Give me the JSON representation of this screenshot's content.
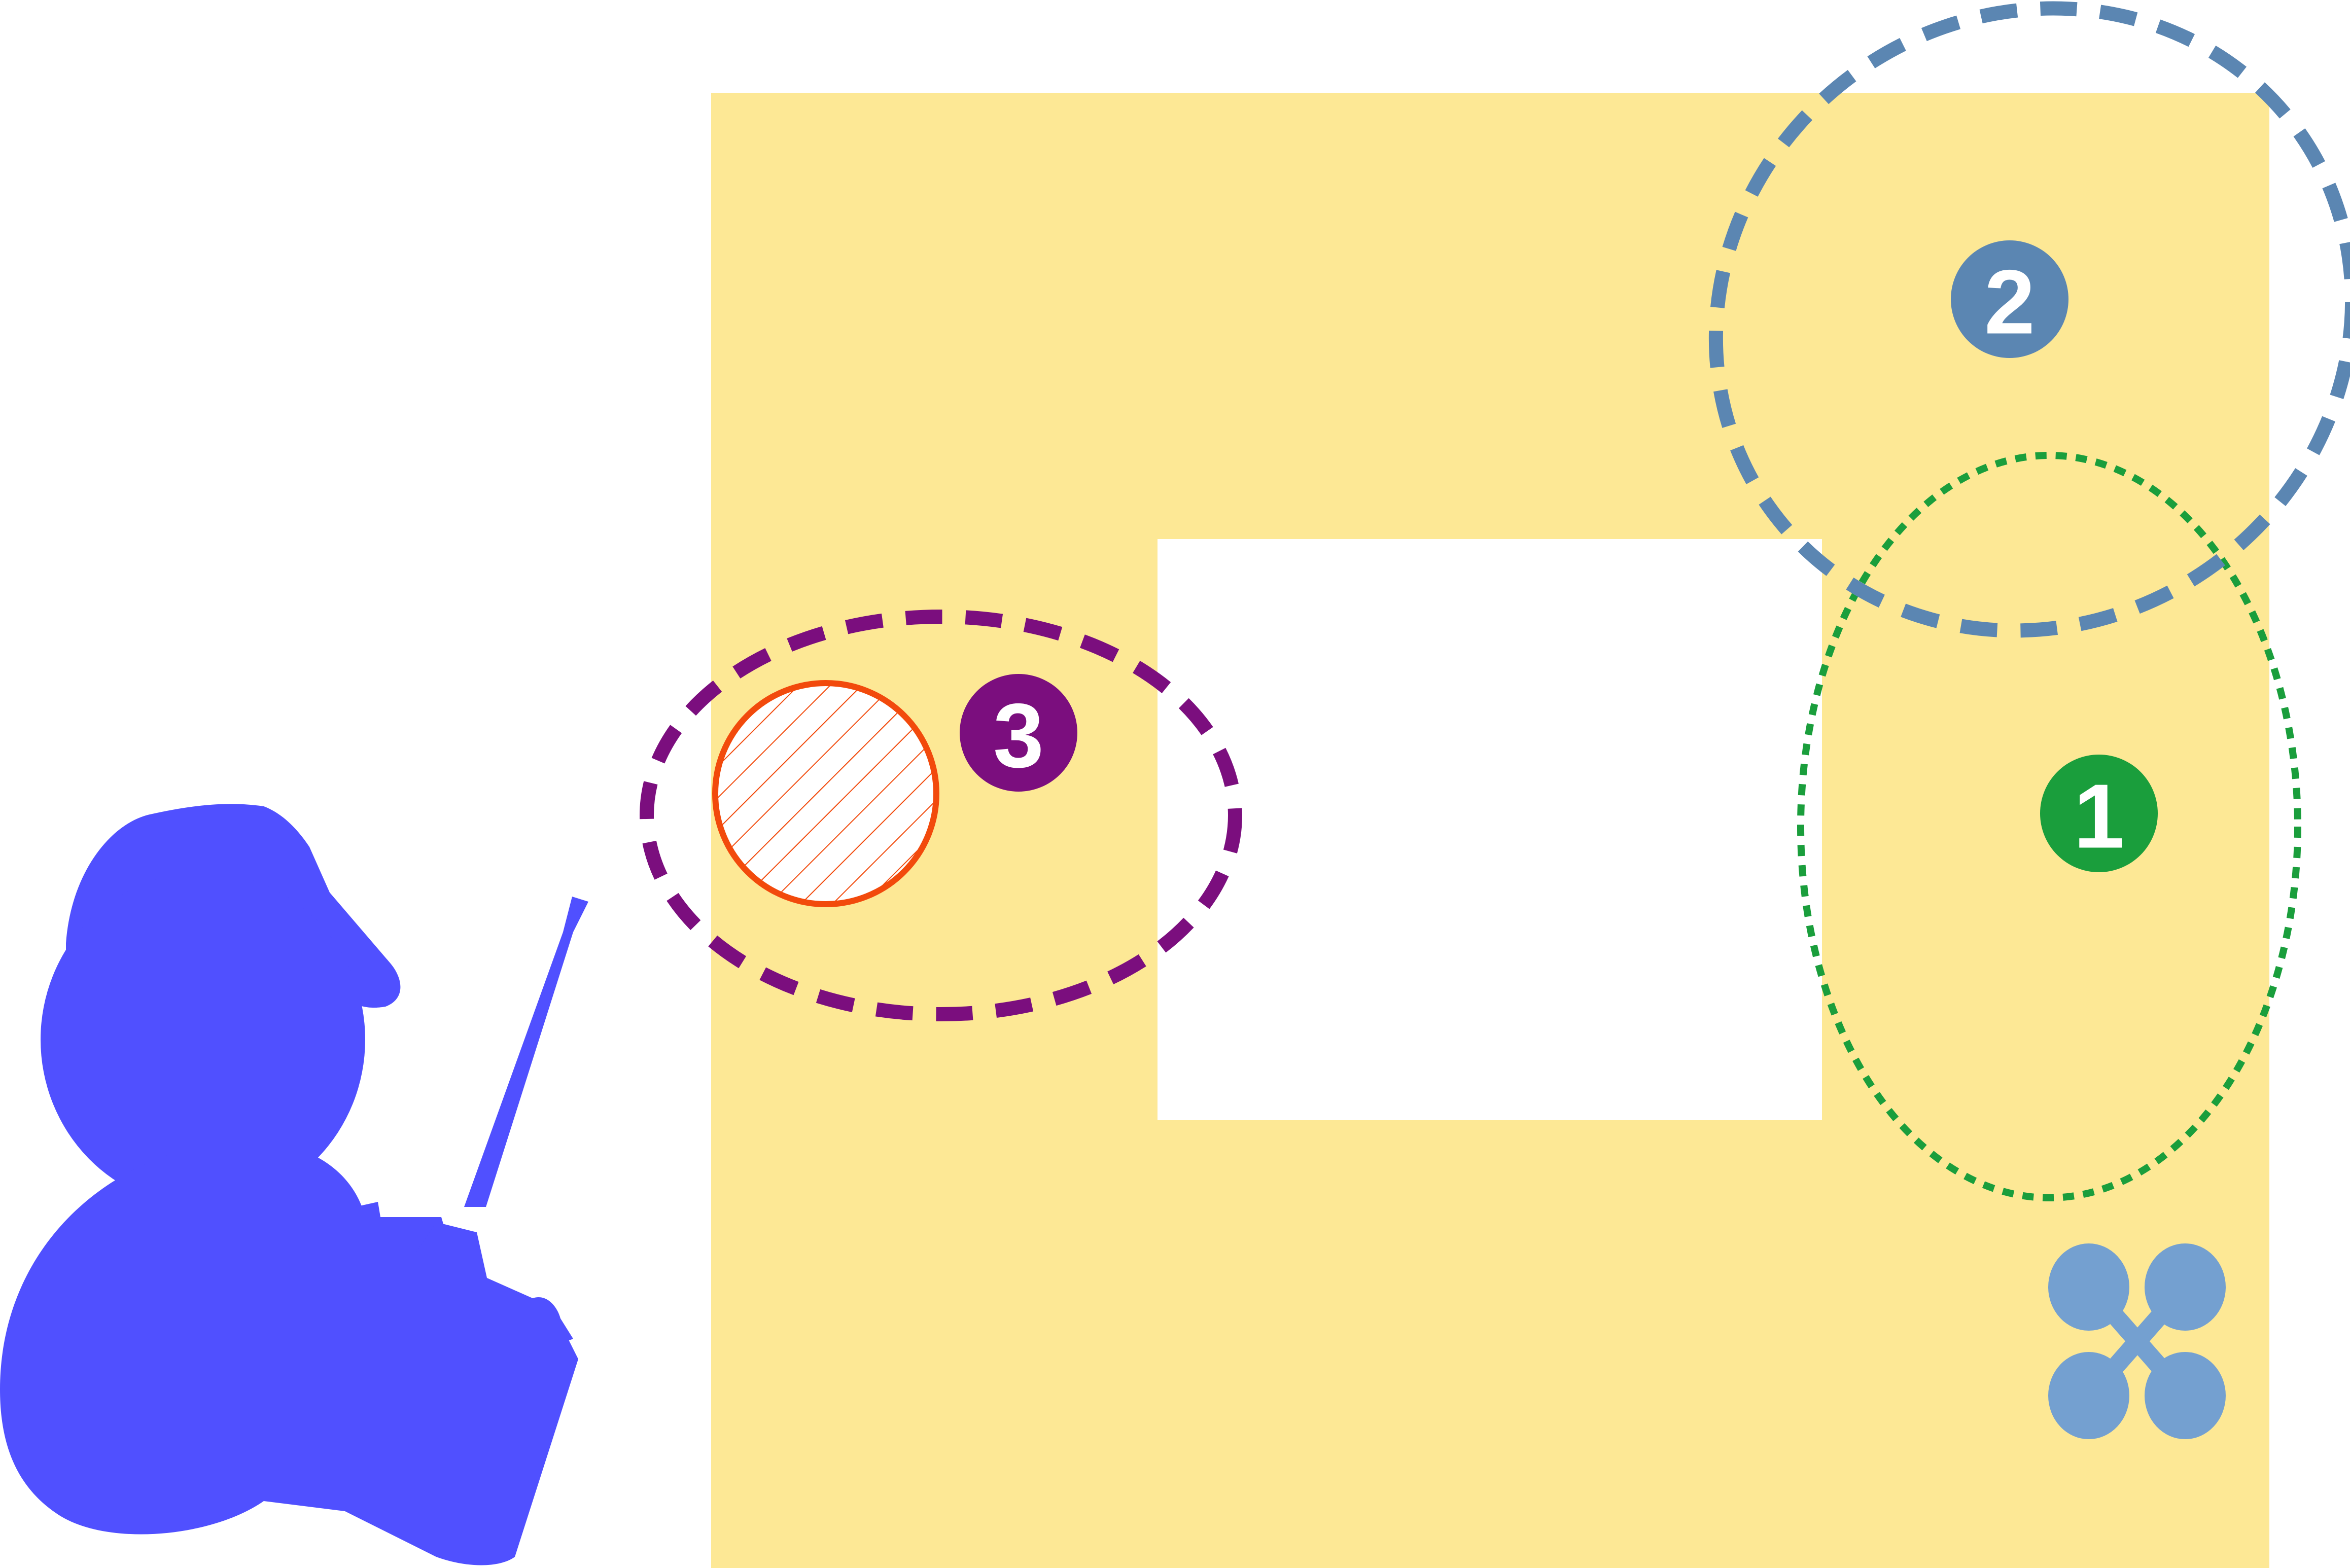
{
  "colors": {
    "area": "#FDE895",
    "hole": "#FFFFFF",
    "zone_1": "#1A9E3C",
    "zone_2": "#5B86B2",
    "zone_3": "#7B0E7E",
    "obstacle": "#F24A0C",
    "operator": "#5050FF",
    "drone": "#74A0D0"
  },
  "icons": {
    "operator": "operator-with-remote-controller-icon",
    "drone": "quadcopter-drone-icon",
    "obstacle": "hatched-obstacle-circle"
  },
  "zones": [
    {
      "id": "zone-1",
      "label": "1",
      "line_style": "dotted"
    },
    {
      "id": "zone-2",
      "label": "2",
      "line_style": "dashed"
    },
    {
      "id": "zone-3",
      "label": "3",
      "line_style": "dashed"
    }
  ]
}
